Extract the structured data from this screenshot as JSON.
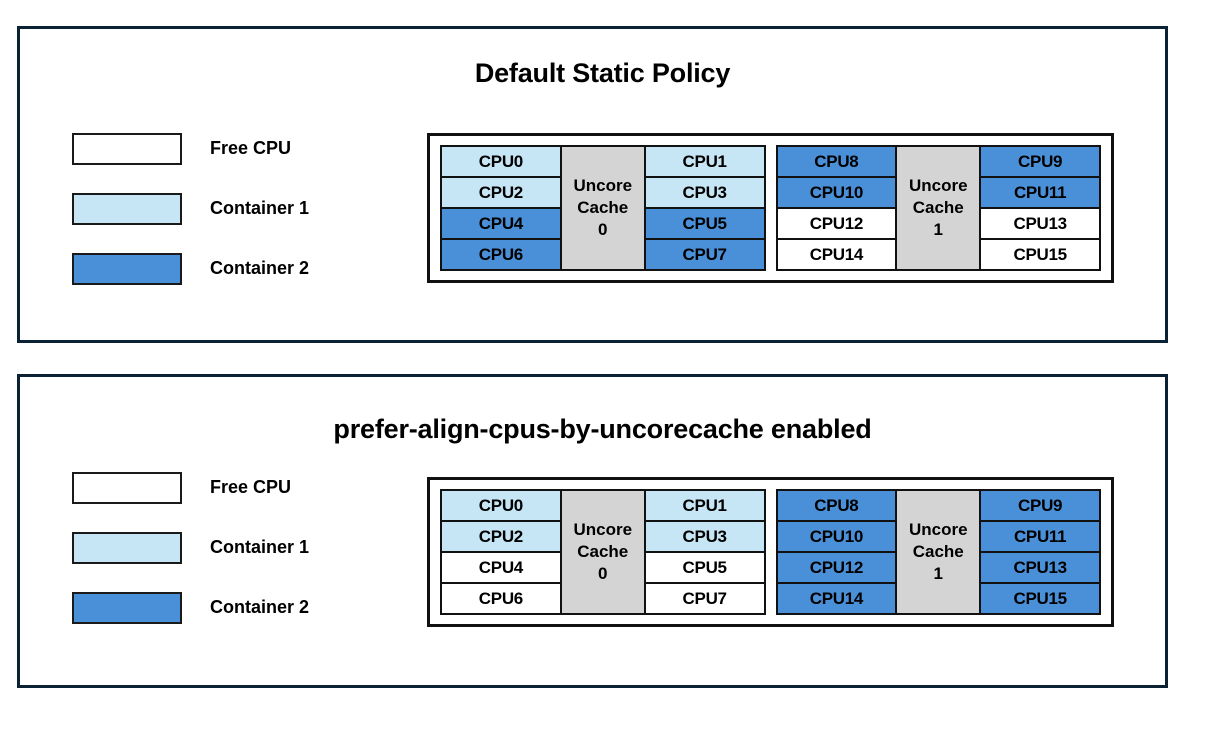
{
  "colors": {
    "panel_border": "#0a2233",
    "box_border": "#111111",
    "free_cpu": "#ffffff",
    "container_1": "#c7e6f5",
    "container_2": "#4a90d9",
    "uncore_cache": "#d4d4d4",
    "text": "#000000"
  },
  "panels": [
    {
      "id": "default",
      "title": "Default Static Policy",
      "legend": [
        {
          "label": "Free CPU",
          "swatch": "free"
        },
        {
          "label": "Container 1",
          "swatch": "c1"
        },
        {
          "label": "Container 2",
          "swatch": "c2"
        }
      ],
      "cache_groups": [
        {
          "cache_label_line1": "Uncore",
          "cache_label_line2": "Cache",
          "cache_label_line3": "0",
          "left_column": [
            {
              "label": "CPU0",
              "state": "c1"
            },
            {
              "label": "CPU2",
              "state": "c1"
            },
            {
              "label": "CPU4",
              "state": "c2"
            },
            {
              "label": "CPU6",
              "state": "c2"
            }
          ],
          "right_column": [
            {
              "label": "CPU1",
              "state": "c1"
            },
            {
              "label": "CPU3",
              "state": "c1"
            },
            {
              "label": "CPU5",
              "state": "c2"
            },
            {
              "label": "CPU7",
              "state": "c2"
            }
          ]
        },
        {
          "cache_label_line1": "Uncore",
          "cache_label_line2": "Cache",
          "cache_label_line3": "1",
          "left_column": [
            {
              "label": "CPU8",
              "state": "c2"
            },
            {
              "label": "CPU10",
              "state": "c2"
            },
            {
              "label": "CPU12",
              "state": "free"
            },
            {
              "label": "CPU14",
              "state": "free"
            }
          ],
          "right_column": [
            {
              "label": "CPU9",
              "state": "c2"
            },
            {
              "label": "CPU11",
              "state": "c2"
            },
            {
              "label": "CPU13",
              "state": "free"
            },
            {
              "label": "CPU15",
              "state": "free"
            }
          ]
        }
      ]
    },
    {
      "id": "prefer",
      "title": "prefer-align-cpus-by-uncorecache enabled",
      "legend": [
        {
          "label": "Free CPU",
          "swatch": "free"
        },
        {
          "label": "Container 1",
          "swatch": "c1"
        },
        {
          "label": "Container 2",
          "swatch": "c2"
        }
      ],
      "cache_groups": [
        {
          "cache_label_line1": "Uncore",
          "cache_label_line2": "Cache",
          "cache_label_line3": "0",
          "left_column": [
            {
              "label": "CPU0",
              "state": "c1"
            },
            {
              "label": "CPU2",
              "state": "c1"
            },
            {
              "label": "CPU4",
              "state": "free"
            },
            {
              "label": "CPU6",
              "state": "free"
            }
          ],
          "right_column": [
            {
              "label": "CPU1",
              "state": "c1"
            },
            {
              "label": "CPU3",
              "state": "c1"
            },
            {
              "label": "CPU5",
              "state": "free"
            },
            {
              "label": "CPU7",
              "state": "free"
            }
          ]
        },
        {
          "cache_label_line1": "Uncore",
          "cache_label_line2": "Cache",
          "cache_label_line3": "1",
          "left_column": [
            {
              "label": "CPU8",
              "state": "c2"
            },
            {
              "label": "CPU10",
              "state": "c2"
            },
            {
              "label": "CPU12",
              "state": "c2"
            },
            {
              "label": "CPU14",
              "state": "c2"
            }
          ],
          "right_column": [
            {
              "label": "CPU9",
              "state": "c2"
            },
            {
              "label": "CPU11",
              "state": "c2"
            },
            {
              "label": "CPU13",
              "state": "c2"
            },
            {
              "label": "CPU15",
              "state": "c2"
            }
          ]
        }
      ]
    }
  ]
}
